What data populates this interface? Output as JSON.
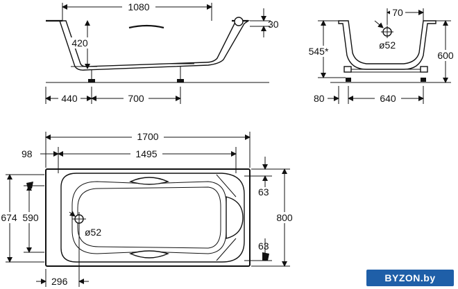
{
  "dims": {
    "top_len_1080": "1080",
    "top_30": "30",
    "side_420": "420",
    "side_440": "440",
    "side_700": "700",
    "end_70": "70",
    "end_545": "545*",
    "end_600": "600",
    "end_d52": "ø52",
    "end_80": "80",
    "end_640": "640",
    "plan_1700": "1700",
    "plan_98": "98",
    "plan_1495": "1495",
    "plan_63_top": "63",
    "plan_63_bottom": "63",
    "plan_674": "674",
    "plan_590": "590",
    "plan_800": "800",
    "plan_d52": "ø52",
    "plan_296": "296"
  },
  "watermark": "BYZON.by",
  "colors": {
    "ink": "#111111",
    "watermark_bg": "#1f5fa8",
    "watermark_fg": "#ffffff"
  }
}
